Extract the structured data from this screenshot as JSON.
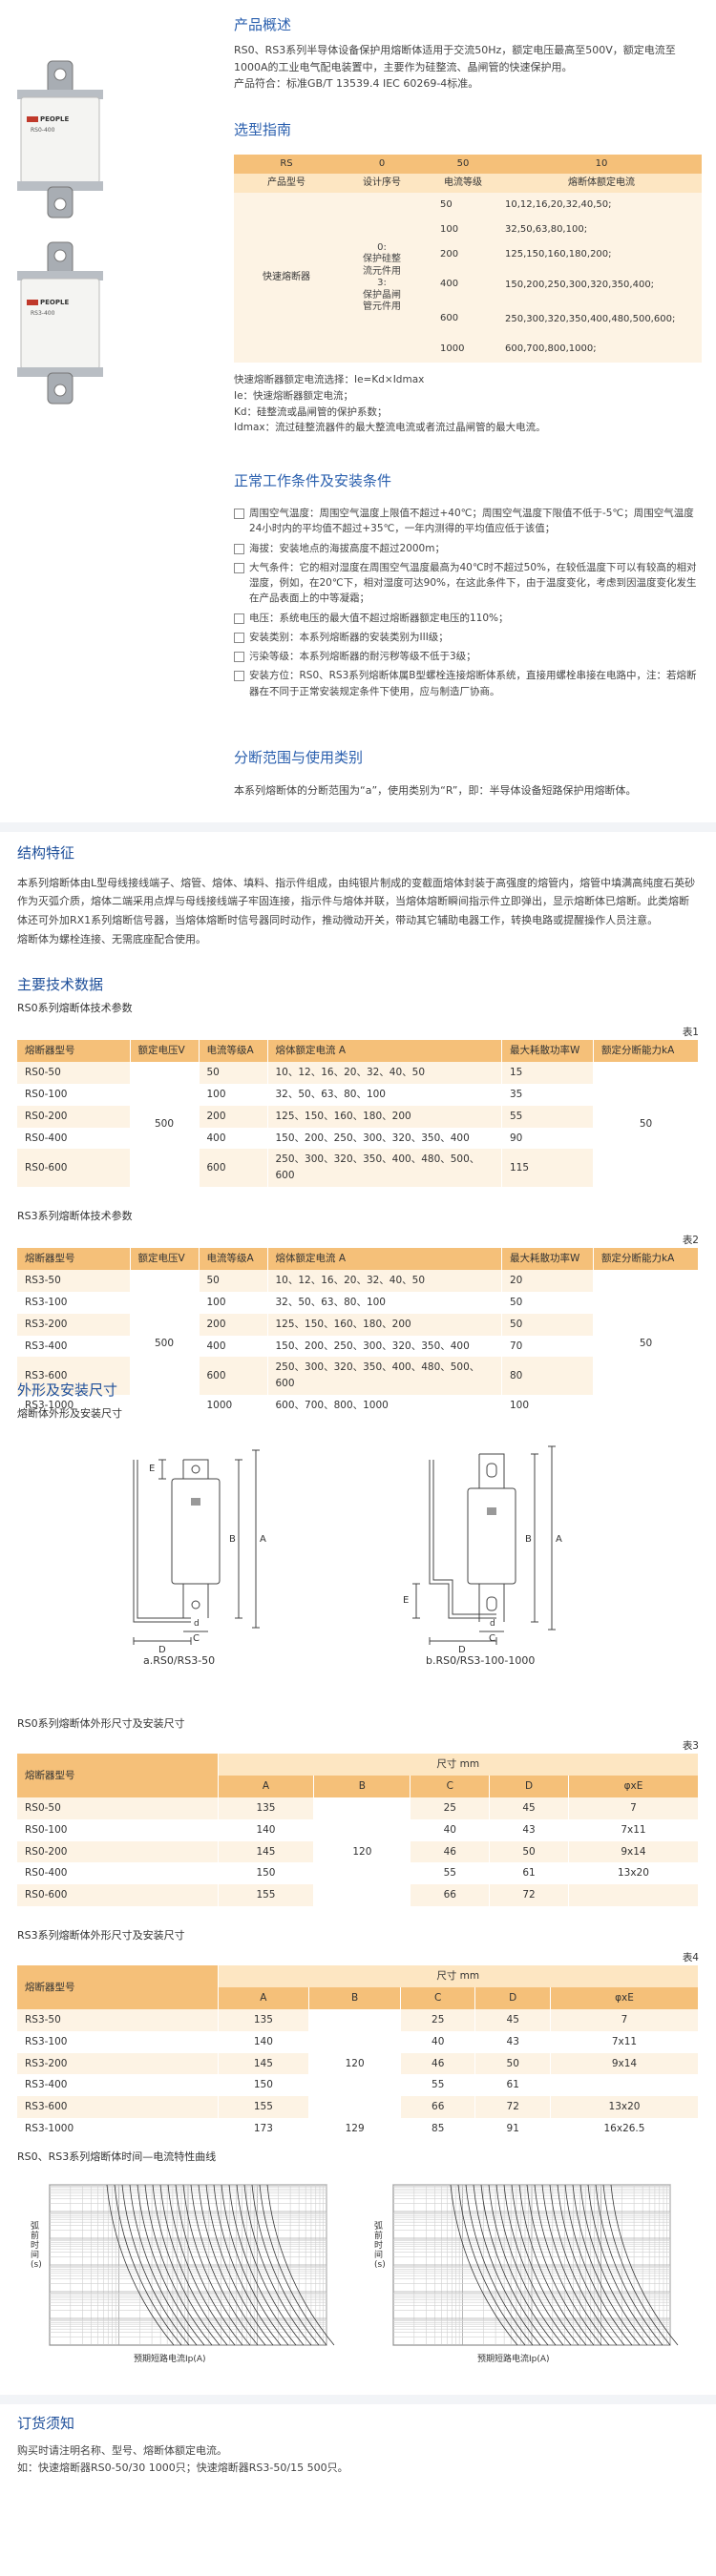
{
  "overview": {
    "title": "产品概述",
    "text": "RS0、RS3系列半导体设备保护用熔断体适用于交流50Hz，额定电压最高至500V，额定电流至1000A的工业电气配电装置中，主要作为硅整流、晶闸管的快速保护用。",
    "standard": "产品符合：标准GB/T 13539.4   IEC 60269-4标准。",
    "brand": "PEOPLE",
    "img1_model": "RS0-400",
    "img2_model": "RS3-400"
  },
  "selection": {
    "title": "选型指南",
    "header": [
      "RS",
      "0",
      "50",
      "10"
    ],
    "sub": [
      "产品型号",
      "设计序号",
      "电流等级",
      "熔断体额定电流"
    ],
    "product": "快速熔断器",
    "design": [
      "0:",
      "保护硅整",
      "流元件用",
      "3:",
      "保护晶闸",
      "管元件用"
    ],
    "rows": [
      {
        "grade": "50",
        "currents": "10,12,16,20,32,40,50;"
      },
      {
        "grade": "100",
        "currents": "32,50,63,80,100;"
      },
      {
        "grade": "200",
        "currents": "125,150,160,180,200;"
      },
      {
        "grade": "400",
        "currents": "150,200,250,300,320,350,400;"
      },
      {
        "grade": "600",
        "currents": "250,300,320,350,400,480,500,600;"
      },
      {
        "grade": "1000",
        "currents": "600,700,800,1000;"
      }
    ],
    "notes": [
      "快速熔断器额定电流选择：Ie=Kd×Idmax",
      "Ie：快速熔断器额定电流；",
      "Kd：硅整流或晶闸管的保护系数；",
      "Idmax：流过硅整流器件的最大整流电流或者流过晶闸管的最大电流。"
    ]
  },
  "conditions": {
    "title": "正常工作条件及安装条件",
    "items": [
      "周围空气温度：周围空气温度上限值不超过+40℃；周围空气温度下限值不低于-5℃；周围空气温度24小时内的平均值不超过+35℃，一年内测得的平均值应低于该值；",
      "海拔：安装地点的海拔高度不超过2000m；",
      "大气条件：它的相对湿度在周围空气温度最高为40℃时不超过50%，在较低温度下可以有较高的相对湿度，例如，在20℃下，相对湿度可达90%，在这此条件下，由于温度变化，考虑到因温度变化发生在产品表面上的中等凝霜；",
      "电压：系统电压的最大值不超过熔断器额定电压的110%；",
      "安装类别：本系列熔断器的安装类别为III级；",
      "污染等级：本系列熔断器的耐污秽等级不低于3级；",
      "安装方位：RS0、RS3系列熔断体属B型螺栓连接熔断体系统，直接用螺栓串接在电路中，注：若熔断器在不同于正常安装规定条件下使用，应与制造厂协商。"
    ]
  },
  "breaking": {
    "title": "分断范围与使用类别",
    "text": "本系列熔断体的分断范围为“a”，使用类别为“R”，即：半导体设备短路保护用熔断体。"
  },
  "structure": {
    "title": "结构特征",
    "p1": "本系列熔断体由L型母线接线端子、熔管、熔体、填料、指示件组成，由纯银片制成的变截面熔体封装于高强度的熔管内，熔管中填满高纯度石英砂作为灭弧介质，熔体二端采用点焊与母线接线端子牢固连接，指示件与熔体并联，当熔体熔断瞬间指示件立即弹出，显示熔断体已熔断。此类熔断体还可外加RX1系列熔断信号器，当熔体熔断时信号器同时动作，推动微动开关，带动其它辅助电器工作，转换电路或提醒操作人员注意。",
    "p2": "熔断体为螺栓连接、无需底座配合使用。"
  },
  "tech": {
    "title": "主要技术数据",
    "t1_caption": "RS0系列熔断体技术参数",
    "t1_no": "表1",
    "t1_headers": [
      "熔断器型号",
      "额定电压V",
      "电流等级A",
      "熔体额定电流 A",
      "最大耗散功率W",
      "额定分断能力kA"
    ],
    "t1_voltage": "500",
    "t1_breaking": "50",
    "t1_rows": [
      [
        "RS0-50",
        "50",
        "10、12、16、20、32、40、50",
        "15"
      ],
      [
        "RS0-100",
        "100",
        "32、50、63、80、100",
        "35"
      ],
      [
        "RS0-200",
        "200",
        "125、150、160、180、200",
        "55"
      ],
      [
        "RS0-400",
        "400",
        "150、200、250、300、320、350、400",
        "90"
      ],
      [
        "RS0-600",
        "600",
        "250、300、320、350、400、480、500、600",
        "115"
      ]
    ],
    "t2_caption": "RS3系列熔断体技术参数",
    "t2_no": "表2",
    "t2_headers": [
      "熔断器型号",
      "额定电压V",
      "电流等级A",
      "熔体额定电流 A",
      "最大耗散功率W",
      "额定分断能力kA"
    ],
    "t2_voltage": "500",
    "t2_breaking": "50",
    "t2_rows": [
      [
        "RS3-50",
        "50",
        "10、12、16、20、32、40、50",
        "20"
      ],
      [
        "RS3-100",
        "100",
        "32、50、63、80、100",
        "50"
      ],
      [
        "RS3-200",
        "200",
        "125、150、160、180、200",
        "50"
      ],
      [
        "RS3-400",
        "400",
        "150、200、250、300、320、350、400",
        "70"
      ],
      [
        "RS3-600",
        "600",
        "250、300、320、350、400、480、500、600",
        "80"
      ],
      [
        "RS3-1000",
        "1000",
        "600、700、800、1000",
        "100"
      ]
    ]
  },
  "dims": {
    "title": "外形及安装尺寸",
    "caption": "熔断体外形及安装尺寸",
    "fig_a": "a.RS0/RS3-50",
    "fig_b": "b.RS0/RS3-100-1000",
    "labels": [
      "A",
      "B",
      "C",
      "D",
      "E",
      "d"
    ],
    "t3_caption": "RS0系列熔断体外形尺寸及安装尺寸",
    "t3_no": "表3",
    "t4_caption": "RS3系列熔断体外形尺寸及安装尺寸",
    "t4_no": "表4",
    "model_header": "熔断器型号",
    "size_header": "尺寸 mm",
    "cols": [
      "A",
      "B",
      "C",
      "D",
      "φxE"
    ],
    "t3_B": "120",
    "t3_rows": [
      [
        "RS0-50",
        "135",
        "25",
        "45",
        "7"
      ],
      [
        "RS0-100",
        "140",
        "40",
        "43",
        "7x11"
      ],
      [
        "RS0-200",
        "145",
        "46",
        "50",
        "9x14"
      ],
      [
        "RS0-400",
        "150",
        "55",
        "61",
        "13x20"
      ],
      [
        "RS0-600",
        "155",
        "66",
        "72",
        ""
      ]
    ],
    "t4_B1": "120",
    "t4_B2": "129",
    "t4_rows": [
      [
        "RS3-50",
        "135",
        "25",
        "45",
        "7"
      ],
      [
        "RS3-100",
        "140",
        "40",
        "43",
        "7x11"
      ],
      [
        "RS3-200",
        "145",
        "46",
        "50",
        "9x14"
      ],
      [
        "RS3-400",
        "150",
        "55",
        "61",
        ""
      ],
      [
        "RS3-600",
        "155",
        "66",
        "72",
        "13x20"
      ],
      [
        "RS3-1000",
        "173",
        "85",
        "91",
        "16x26.5"
      ]
    ]
  },
  "curves": {
    "caption": "RS0、RS3系列熔断体时间—电流特性曲线",
    "ylabel": "弧前时间(s)",
    "xlabel": "预期短路电流Ip(A)"
  },
  "order": {
    "title": "订货须知",
    "l1": "购买时请注明名称、型号、熔断体额定电流。",
    "l2": "如：快速熔断器RS0-50/30  1000只；快速熔断器RS3-50/15  500只。"
  }
}
